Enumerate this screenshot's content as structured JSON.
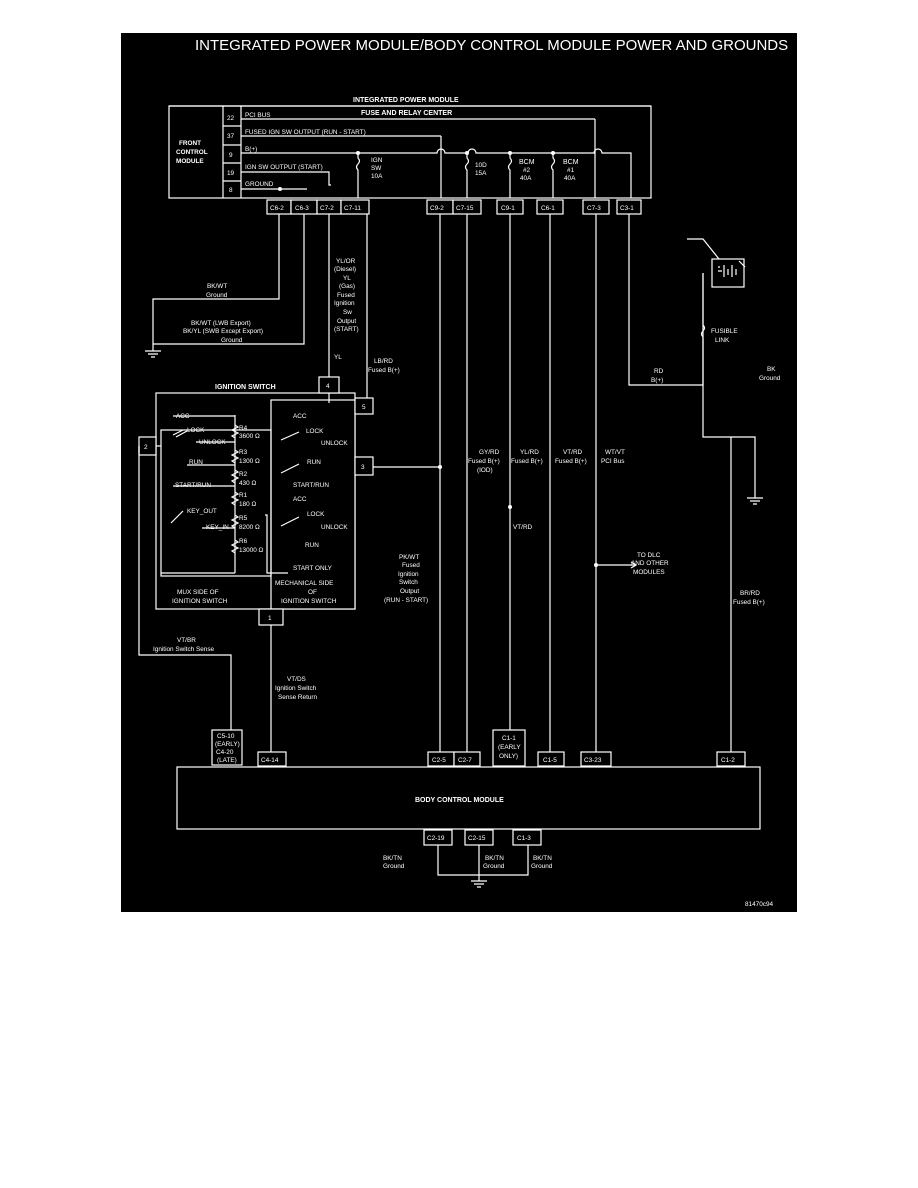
{
  "title": "INTEGRATED POWER MODULE/BODY CONTROL MODULE POWER AND GROUNDS",
  "figure_id": "81470c94",
  "ipm": {
    "title": "INTEGRATED POWER MODULE",
    "fuse_center": "FUSE AND RELAY CENTER",
    "fcm_line1": "FRONT",
    "fcm_line2": "CONTROL",
    "fcm_line3": "MODULE",
    "pins": [
      "22",
      "37",
      "9",
      "19",
      "8"
    ],
    "circuits": [
      "PCI BUS",
      "FUSED IGN SW OUTPUT (RUN - START)",
      "B(+)",
      "IGN SW OUTPUT (START)",
      "GROUND"
    ],
    "fuse_ign_1": "IGN",
    "fuse_ign_2": "SW",
    "fuse_ign_3": "10A",
    "fuse_10d_1": "10D",
    "fuse_10d_2": "15A",
    "fuse_bcm2_1": "BCM",
    "fuse_bcm2_2": "#2",
    "fuse_bcm2_3": "40A",
    "fuse_bcm1_1": "BCM",
    "fuse_bcm1_2": "#1",
    "fuse_bcm1_3": "40A",
    "connectors": [
      "C6-2",
      "C6-3",
      "C7-2",
      "C7-11",
      "C9-2",
      "C7-15",
      "C9-1",
      "C6-1",
      "C7-3",
      "C3-1"
    ]
  },
  "labels": {
    "bkwt_1": "BK/WT",
    "bkwt_2": "Ground",
    "lwb_1": "BK/WT (LWB Export)",
    "lwb_2": "BK/YL (SWB Except Export)",
    "lwb_3": "Ground",
    "ylor": [
      "YL/OR",
      "(Diesel)",
      "YL",
      "(Gas)",
      "Fused",
      "Ignition",
      "Sw",
      "Output",
      "(START)"
    ],
    "yl": "YL",
    "lbrd_1": "LB/RD",
    "lbrd_2": "Fused B(+)",
    "rd_1": "RD",
    "rd_2": "B(+)",
    "bk_1": "BK",
    "bk_2": "Ground",
    "fusible_1": "FUSIBLE",
    "fusible_2": "LINK",
    "gyrd": [
      "GY/RD",
      "Fused B(+)",
      "(IOD)"
    ],
    "ylrd": [
      "YL/RD",
      "Fused B(+)"
    ],
    "vtrd": [
      "VT/RD",
      "Fused B(+)"
    ],
    "wtvt": [
      "WT/VT",
      "PCI Bus"
    ],
    "vtrd_mid": "VT/RD",
    "pkwt": [
      "PK/WT",
      "Fused",
      "Ignition",
      "Switch",
      "Output",
      "(RUN - START)"
    ],
    "dlc": [
      "TO DLC",
      "AND OTHER",
      "MODULES"
    ],
    "brrd_1": "BR/RD",
    "brrd_2": "Fused B(+)",
    "vtbr_1": "VT/BR",
    "vtbr_2": "Ignition Switch Sense",
    "vtds": [
      "VT/DS",
      "Ignition Switch",
      "Sense Return"
    ],
    "bktn_1": "BK/TN",
    "bktn_2": "Ground"
  },
  "ignition_switch": {
    "title": "IGNITION SWITCH",
    "mux_items": [
      "ACC",
      "LOCK",
      "UNLOCK",
      "RUN",
      "START/RUN",
      "KEY_OUT",
      "KEY_IN"
    ],
    "resistors": [
      "R4",
      "3600 Ω",
      "R3",
      "1300 Ω",
      "R2",
      "430 Ω",
      "R1",
      "180 Ω",
      "R5",
      "8200 Ω",
      "R6",
      "13000 Ω"
    ],
    "mech_items": [
      "ACC",
      "LOCK",
      "UNLOCK",
      "RUN",
      "START/RUN",
      "ACC",
      "LOCK",
      "UNLOCK",
      "RUN",
      "START ONLY"
    ],
    "mux_cap_1": "MUX SIDE OF",
    "mux_cap_2": "IGNITION SWITCH",
    "mech_cap_1": "MECHANICAL SIDE",
    "mech_cap_2": "OF",
    "mech_cap_3": "IGNITION SWITCH",
    "pins": [
      "4",
      "5",
      "2",
      "3",
      "1"
    ]
  },
  "bcm": {
    "title": "BODY CONTROL MODULE",
    "c510": [
      "C5-10",
      "(EARLY)",
      "C4-20",
      "(LATE)"
    ],
    "c11": [
      "C1-1",
      "(EARLY",
      "ONLY)"
    ],
    "connectors": [
      "C4-14",
      "C2-5",
      "C2-7",
      "C1-5",
      "C3-23",
      "C1-2"
    ],
    "bottom": [
      "C2-19",
      "C2-15",
      "C1-3"
    ]
  }
}
